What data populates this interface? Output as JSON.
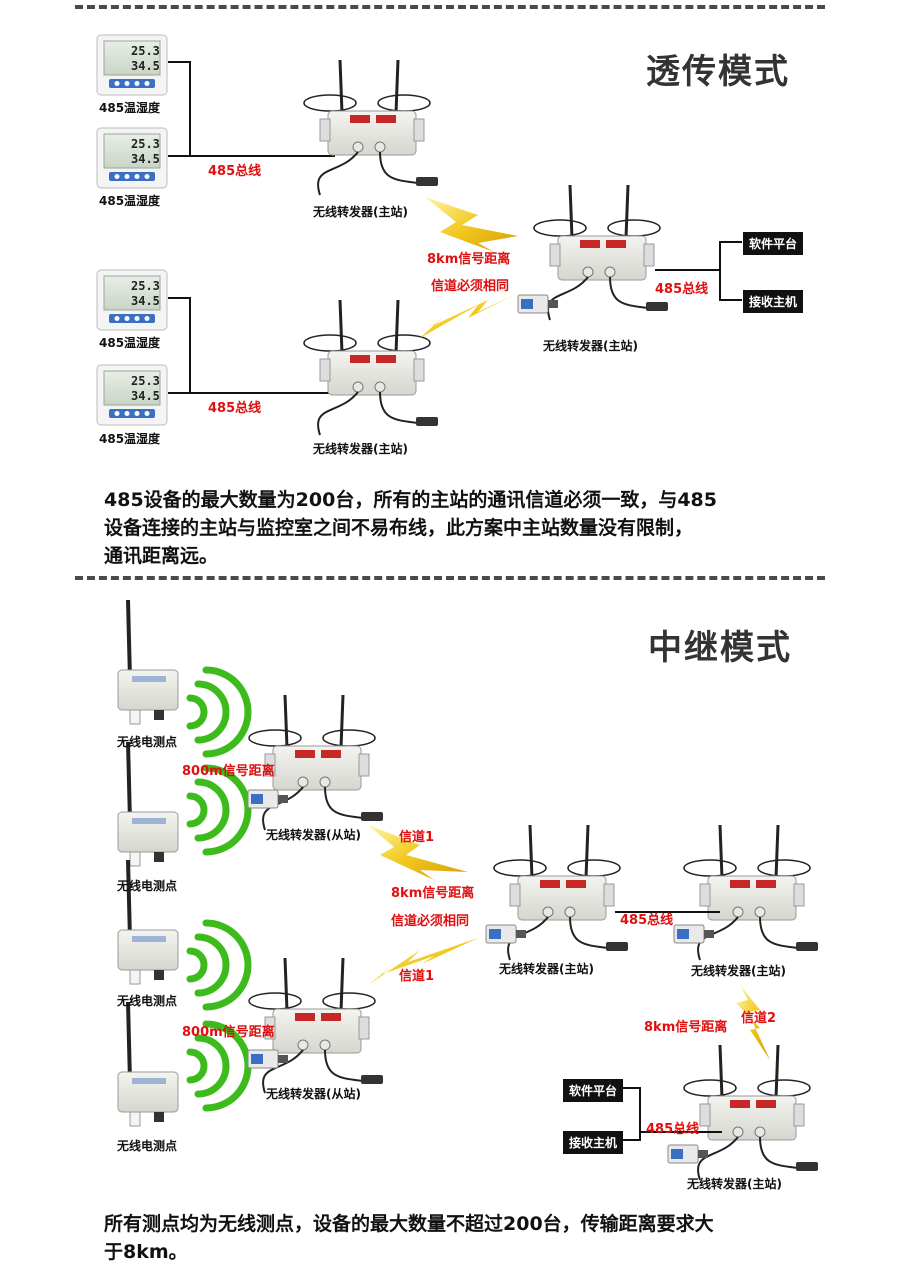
{
  "section1": {
    "title": "透传模式",
    "sensor_label": "485温湿度",
    "lcd_temp": "25.3",
    "lcd_hum": "34.5",
    "bus_label": "485总线",
    "relay_label": "无线转发器(主站)",
    "distance_label": "8km信号距离",
    "channel_same_label": "信道必须相同",
    "software_box": "软件平台",
    "host_box": "接收主机",
    "paragraph": [
      "485设备的最大数量为200台，所有的主站的通讯信道必须一致，与485",
      "设备连接的主站与监控室之间不易布线，此方案中主站数量没有限制，",
      "通讯距离远。"
    ]
  },
  "section2": {
    "title": "中继模式",
    "node_label": "无线电测点",
    "short_range_label": "800m信号距离",
    "slave_label": "无线转发器(从站)",
    "master_label": "无线转发器(主站)",
    "channel1_label": "信道1",
    "channel2_label": "信道2",
    "distance_label": "8km信号距离",
    "channel_same_label": "信道必须相同",
    "bus_label": "485总线",
    "software_box": "软件平台",
    "host_box": "接收主机",
    "paragraph": [
      "所有测点均为无线测点，设备的最大数量不超过200台，传输距离要求大",
      "于8km。"
    ]
  },
  "colors": {
    "accent_red": "#e01010",
    "wave_green": "#3dbb1c",
    "bolt_yellow": "#f2c81e",
    "dashed_rule": "#4a4a4a"
  }
}
